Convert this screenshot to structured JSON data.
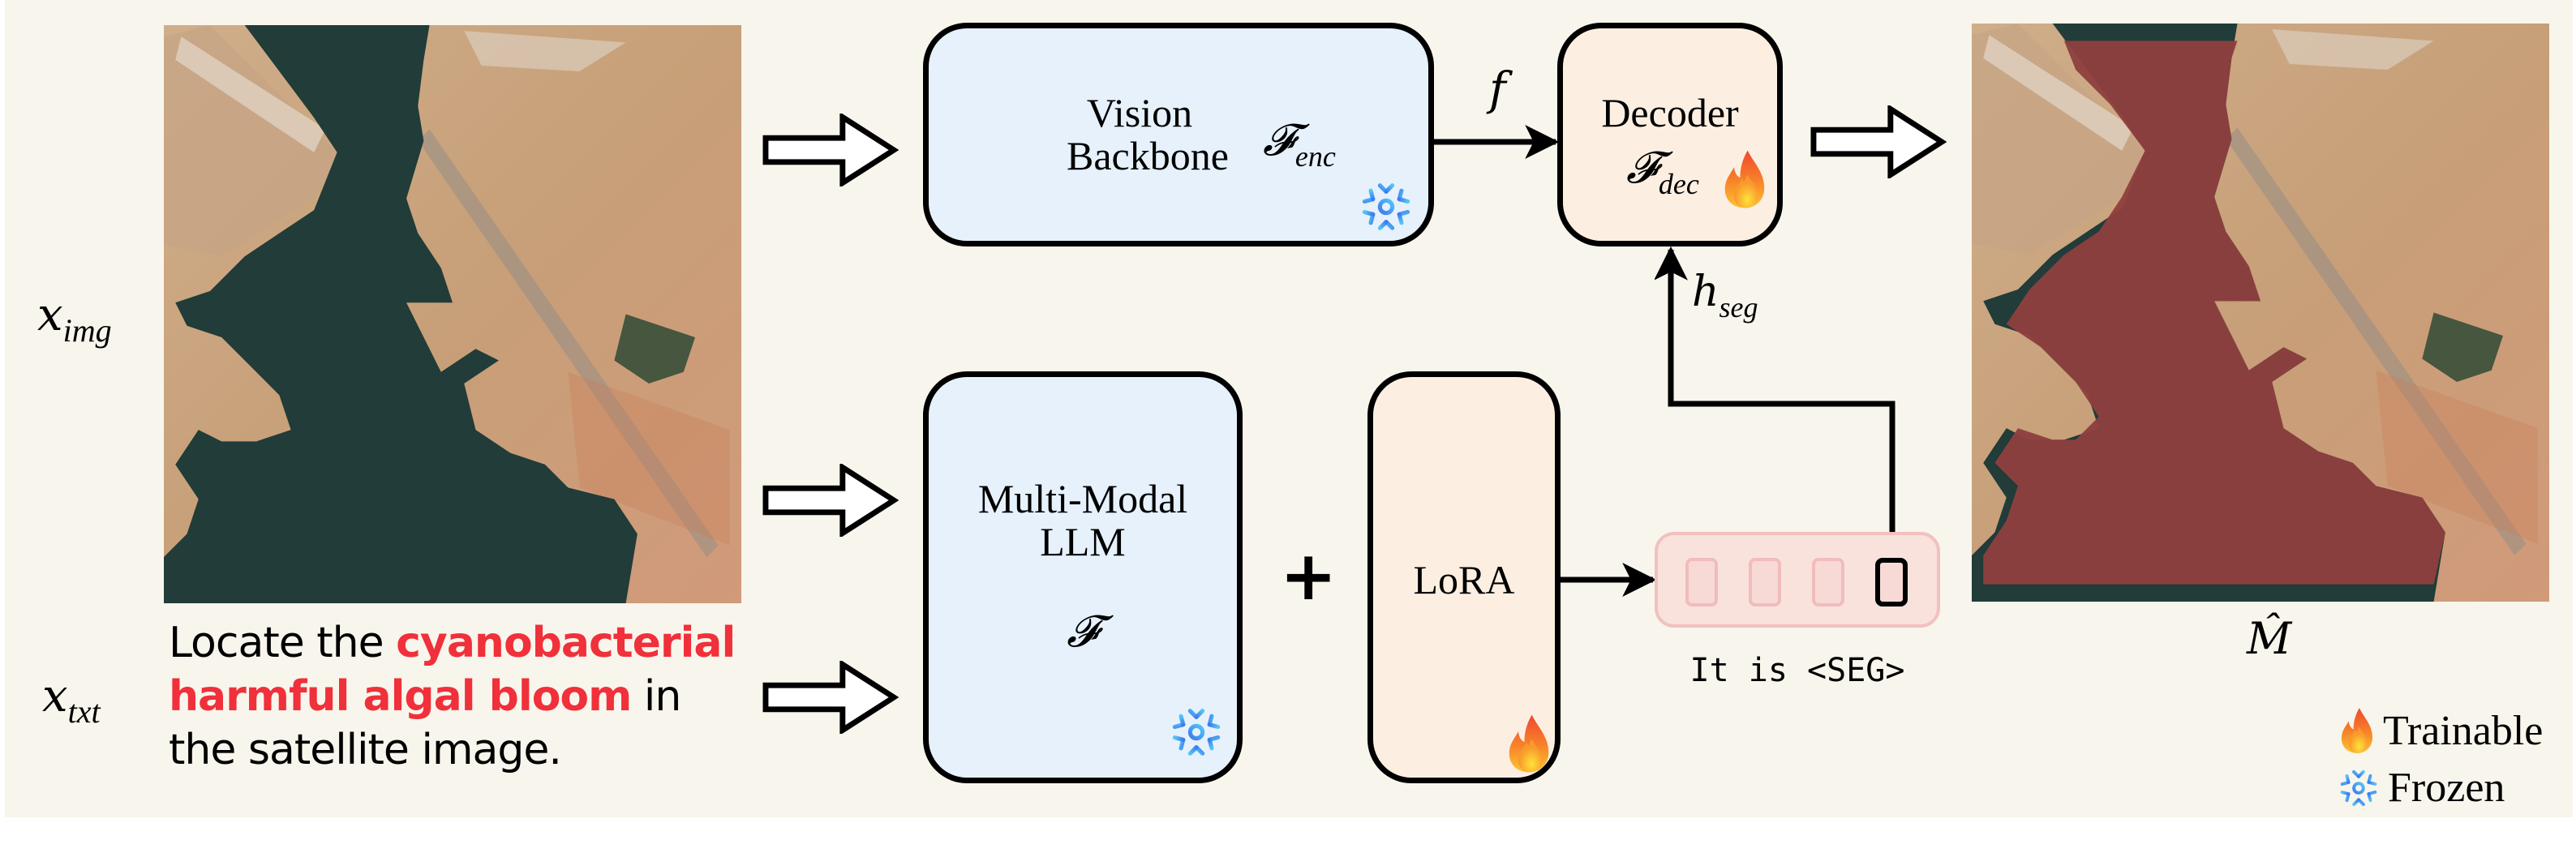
{
  "figure": {
    "type": "architecture-diagram",
    "colors": {
      "background": "#f8f5ec",
      "frozen_block": "#e6f1fb",
      "trainable_block": "#fcefe2",
      "highlight_text": "#f0303a",
      "mask_overlay": "#8f3f3f",
      "token_strip": "#f9e2dc"
    }
  },
  "inputs": {
    "image_label": "x",
    "image_label_sub": "img",
    "text_label": "x",
    "text_label_sub": "txt",
    "input_image_icon": "satellite-image",
    "prompt": {
      "part1": "Locate the ",
      "highlight": "cyanobacterial harmful algal bloom",
      "part2": " in the satellite image."
    }
  },
  "blocks": {
    "vision_backbone": {
      "line1": "Vision",
      "line2": "Backbone",
      "symbol": "𝓕",
      "symbol_sub": "enc",
      "status_icon": "snowflake-icon"
    },
    "decoder": {
      "line1": "Decoder",
      "symbol": "𝓕",
      "symbol_sub": "dec",
      "status_icon": "flame-icon"
    },
    "mllm": {
      "line1": "Multi-Modal",
      "line2": "LLM",
      "symbol": "𝓕",
      "status_icon": "snowflake-icon"
    },
    "lora": {
      "line1": "LoRA",
      "status_icon": "flame-icon"
    },
    "plus": "+"
  },
  "edges": {
    "feature_label": "f",
    "seg_label": "h",
    "seg_label_sub": "seg"
  },
  "tokens": {
    "count": 4,
    "selected_index": 3,
    "caption": "It is <SEG>"
  },
  "output": {
    "label": "M̂",
    "output_image_icon": "segmentation-mask-overlay"
  },
  "legend": {
    "items": [
      {
        "icon": "flame-icon",
        "label": "Trainable"
      },
      {
        "icon": "snowflake-icon",
        "label": "Frozen"
      }
    ]
  }
}
